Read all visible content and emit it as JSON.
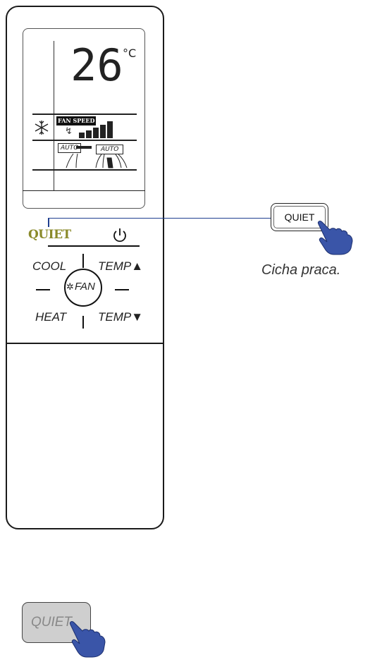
{
  "remote": {
    "temperature": "26",
    "temperature_unit": "°C",
    "fan_speed_label": "FAN SPEED",
    "mode_auto": "AUTO",
    "swing_auto": "AUTO",
    "quiet_label": "QUIET",
    "buttons": {
      "cool": "COOL",
      "heat": "HEAT",
      "temp_up": "TEMP▲",
      "temp_down": "TEMP▼",
      "fan": "FAN"
    }
  },
  "callout": {
    "button_label": "QUIET",
    "caption": "Cicha praca."
  },
  "bottom_button": {
    "label": "QUIET"
  },
  "colors": {
    "quiet_label": "#8a8a2a",
    "callout_line": "#1f3f8f",
    "hand": "#3a55a8",
    "bottom_button_bg": "#cfcfcf"
  },
  "icons": [
    "snowflake-icon",
    "fan-speed-bars-icon",
    "power-icon",
    "fan-icon",
    "hand-pointer-icon"
  ]
}
